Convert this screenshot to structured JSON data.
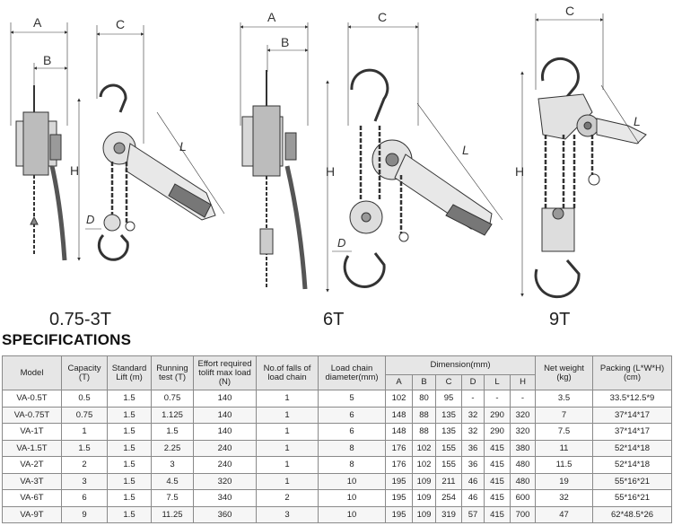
{
  "drawings": {
    "dim_labels": {
      "a": "A",
      "b": "B",
      "c": "C",
      "h": "H",
      "l": "L",
      "d": "D"
    },
    "captions": [
      "0.75-3T",
      "6T",
      "9T"
    ]
  },
  "spec": {
    "heading": "SPECIFICATIONS",
    "headers": {
      "model": "Model",
      "capacity": "Capacity (T)",
      "lift": "Standard Lift (m)",
      "running_test": "Running test (T)",
      "effort": "Effort required tolift max load (N)",
      "falls": "No.of falls of load chain",
      "chain_diameter": "Load chain diameter(mm)",
      "dimension": "Dimension(mm)",
      "net_weight": "Net weight (kg)",
      "packing": "Packing (L*W*H)(cm)",
      "dim_cols": [
        "A",
        "B",
        "C",
        "D",
        "L",
        "H"
      ]
    },
    "rows": [
      [
        "VA-0.5T",
        "0.5",
        "1.5",
        "0.75",
        "140",
        "1",
        "5",
        "102",
        "80",
        "95",
        "-",
        "-",
        "-",
        "3.5",
        "33.5*12.5*9"
      ],
      [
        "VA-0.75T",
        "0.75",
        "1.5",
        "1.125",
        "140",
        "1",
        "6",
        "148",
        "88",
        "135",
        "32",
        "290",
        "320",
        "7",
        "37*14*17"
      ],
      [
        "VA-1T",
        "1",
        "1.5",
        "1.5",
        "140",
        "1",
        "6",
        "148",
        "88",
        "135",
        "32",
        "290",
        "320",
        "7.5",
        "37*14*17"
      ],
      [
        "VA-1.5T",
        "1.5",
        "1.5",
        "2.25",
        "240",
        "1",
        "8",
        "176",
        "102",
        "155",
        "36",
        "415",
        "380",
        "11",
        "52*14*18"
      ],
      [
        "VA-2T",
        "2",
        "1.5",
        "3",
        "240",
        "1",
        "8",
        "176",
        "102",
        "155",
        "36",
        "415",
        "480",
        "11.5",
        "52*14*18"
      ],
      [
        "VA-3T",
        "3",
        "1.5",
        "4.5",
        "320",
        "1",
        "10",
        "195",
        "109",
        "211",
        "46",
        "415",
        "480",
        "19",
        "55*16*21"
      ],
      [
        "VA-6T",
        "6",
        "1.5",
        "7.5",
        "340",
        "2",
        "10",
        "195",
        "109",
        "254",
        "46",
        "415",
        "600",
        "32",
        "55*16*21"
      ],
      [
        "VA-9T",
        "9",
        "1.5",
        "11.25",
        "360",
        "3",
        "10",
        "195",
        "109",
        "319",
        "57",
        "415",
        "700",
        "47",
        "62*48.5*26"
      ]
    ]
  }
}
